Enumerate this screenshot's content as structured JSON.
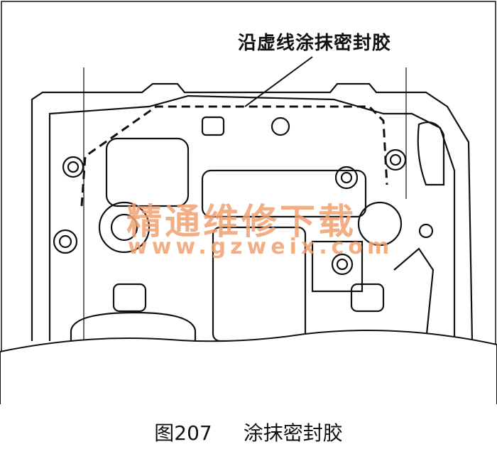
{
  "callout_label": "沿虚线涂抹密封胶",
  "watermark": {
    "title": "精通维修下载",
    "url": "www.gzweix.com"
  },
  "caption": {
    "figure_number": "图207",
    "title": "涂抹密封胶"
  }
}
